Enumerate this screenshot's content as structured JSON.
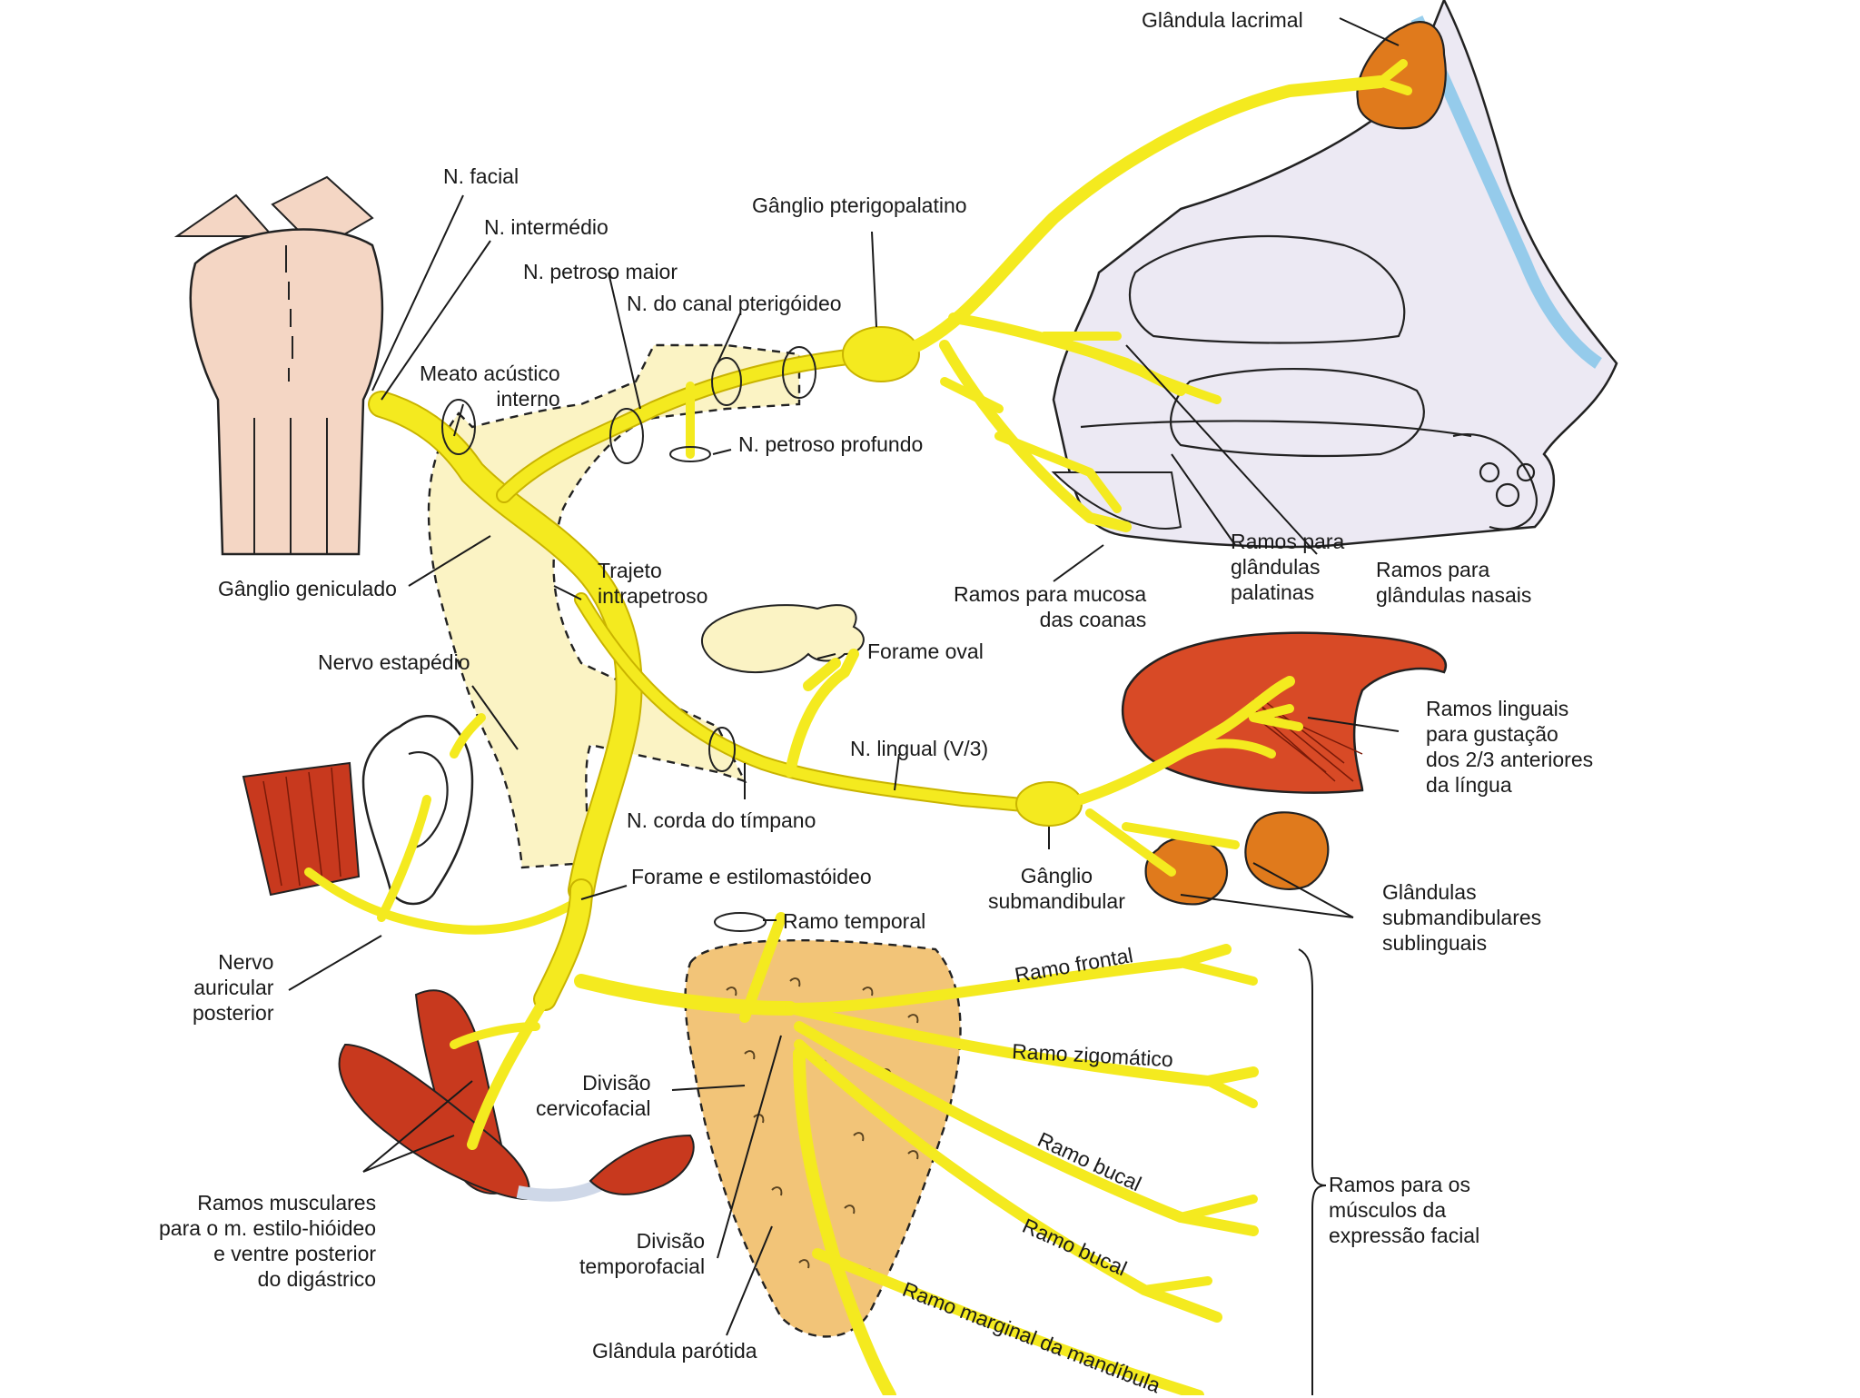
{
  "labels": {
    "glandula_lacrimal": "Glândula lacrimal",
    "n_facial": "N. facial",
    "n_intermedio": "N. intermédio",
    "n_petroso_maior": "N. petroso maior",
    "n_canal_pterigoideo": "N. do canal pterigóideo",
    "ganglio_pterigopalatino": "Gânglio pterigopalatino",
    "meato_acustico": "Meato acústico\ninterno",
    "n_petroso_profundo": "N. petroso profundo",
    "ramos_mucosa_coanas": "Ramos para mucosa\ndas coanas",
    "ramos_glandulas_palatinas": "Ramos para\nglândulas\npalatinas",
    "ramos_glandulas_nasais": "Ramos para\nglândulas nasais",
    "ganglio_geniculado": "Gânglio geniculado",
    "trajeto_intrapetroso": "Trajeto\nintrapetroso",
    "forame_oval": "Forame oval",
    "nervo_estapedio": "Nervo estapédio",
    "ramos_linguais": "Ramos linguais\npara gustação\ndos 2/3 anteriores\nda língua",
    "n_lingual": "N. lingual (V/3)",
    "n_corda_timpano": "N. corda do tímpano",
    "ganglio_submandibular": "Gânglio\nsubmandibular",
    "glandulas_submandibulares": "Glândulas\nsubmandibulares\nsublinguais",
    "forame_estilomastoideo": "Forame e estilomastóideo",
    "ramo_temporal": "Ramo temporal",
    "nervo_auricular_posterior": "Nervo\nauricular\nposterior",
    "ramo_frontal": "Ramo frontal",
    "ramo_zigomatico": "Ramo zigomático",
    "divisao_cervicofacial": "Divisão\ncervicofacial",
    "ramo_bucal_1": "Ramo bucal",
    "ramos_musculos_expressao": "Ramos para os\nmúsculos da\nexpressão facial",
    "ramos_musculares": "Ramos musculares\npara o m. estilo-hióideo\ne ventre posterior\ndo digástrico",
    "ramo_bucal_2": "Ramo bucal",
    "divisao_temporofacial": "Divisão\ntemporofacial",
    "ramo_marginal": "Ramo marginal da mandíbula",
    "glandula_parotida": "Glândula parótida"
  },
  "colors": {
    "nerve": "#f4ea1f",
    "parotid": "#f2c478",
    "muscle": "#c8391e",
    "gland": "#e07a1c",
    "tongue": "#d84a26",
    "brainstem": "#f4d6c4",
    "skull_fill": "#ece9f3"
  }
}
